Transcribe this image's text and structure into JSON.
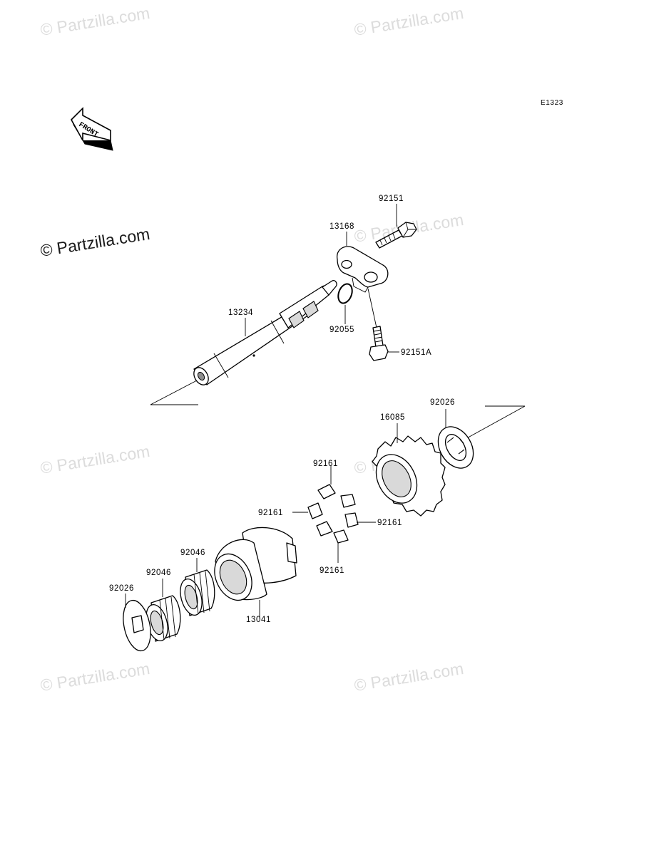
{
  "diagram_code": "E1323",
  "front_arrow_label": "FRONT",
  "watermark": "© Partzilla.com",
  "labels": {
    "p92151": "92151",
    "p13168": "13168",
    "p13234": "13234",
    "p92055": "92055",
    "p92151a": "92151A",
    "p92026_right": "92026",
    "p16085": "16085",
    "p92161_top": "92161",
    "p92161_left": "92161",
    "p92161_right": "92161",
    "p92161_bottom": "92161",
    "p92046_upper": "92046",
    "p92046_lower": "92046",
    "p92026_left": "92026",
    "p13041": "13041"
  }
}
